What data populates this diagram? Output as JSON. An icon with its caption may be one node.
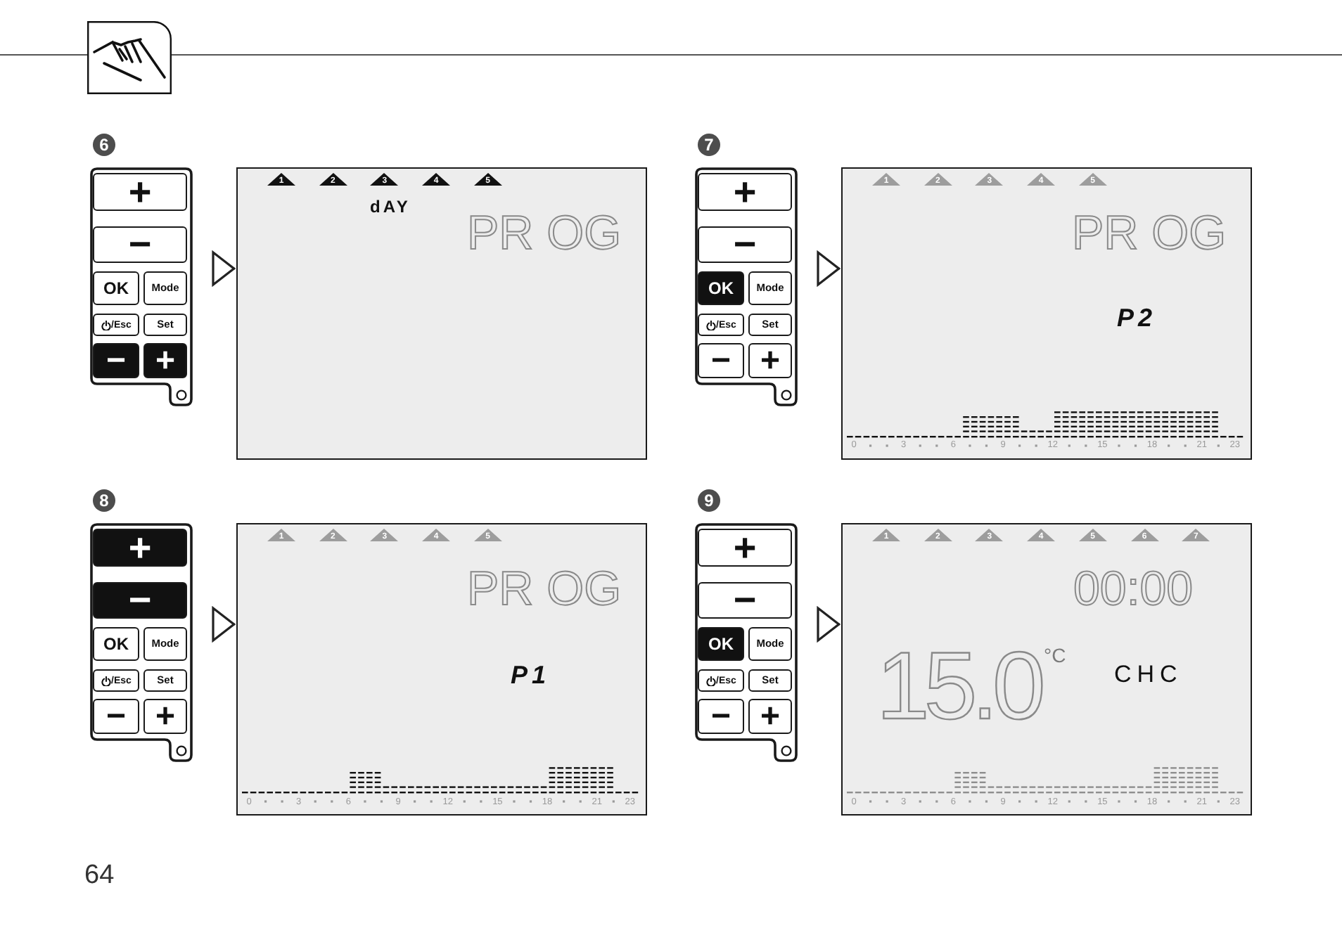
{
  "diagram": {
    "nodes": [
      {
        "text": [
          "6"
        ]
      },
      {
        "text": [],
        "shape": "box"
      },
      {
        "text": [
          "+"
        ],
        "in": 1
      },
      {
        "text": [
          "−"
        ],
        "in": 1
      },
      {
        "text": [
          "OK"
        ],
        "in": 1
      },
      {
        "text": [
          "Mode"
        ],
        "in": 1
      },
      {
        "text": [
          "/Esc"
        ],
        "in": 1
      },
      {
        "text": [
          "Set"
        ],
        "in": 1
      },
      {
        "text": [
          "−"
        ],
        "in": 1
      },
      {
        "text": [
          "+"
        ],
        "in": 1
      },
      {
        "text": [
          "dAY",
          "PR OG"
        ]
      },
      {
        "text": [
          "1"
        ],
        "in": 10
      },
      {
        "text": [
          "2"
        ],
        "in": 10
      },
      {
        "text": [
          "3"
        ],
        "in": 10
      },
      {
        "text": [
          "4"
        ],
        "in": 10
      },
      {
        "text": [
          "5"
        ],
        "in": 10
      },
      {
        "text": [
          "7"
        ]
      },
      {
        "text": [],
        "shape": "box"
      },
      {
        "text": [
          "+"
        ],
        "in": 17
      },
      {
        "text": [
          "−"
        ],
        "in": 17
      },
      {
        "text": [
          "OK"
        ],
        "in": 17
      },
      {
        "text": [
          "Mode"
        ],
        "in": 17
      },
      {
        "text": [
          "/Esc"
        ],
        "in": 17
      },
      {
        "text": [
          "Set"
        ],
        "in": 17
      },
      {
        "text": [
          "−"
        ],
        "in": 17
      },
      {
        "text": [
          "+"
        ],
        "in": 17
      },
      {
        "text": [
          "PR OG",
          "P2",
          "0",
          "3",
          "6",
          "9",
          "12",
          "15",
          "18",
          "21",
          "23"
        ]
      },
      {
        "text": [
          "1"
        ],
        "in": 26
      },
      {
        "text": [
          "2"
        ],
        "in": 26
      },
      {
        "text": [
          "3"
        ],
        "in": 26
      },
      {
        "text": [
          "4"
        ],
        "in": 26
      },
      {
        "text": [
          "5"
        ],
        "in": 26
      },
      {
        "text": [
          "8"
        ]
      },
      {
        "text": [],
        "shape": "box"
      },
      {
        "text": [
          "+"
        ],
        "in": 33
      },
      {
        "text": [
          "−"
        ],
        "in": 33
      },
      {
        "text": [
          "OK"
        ],
        "in": 33
      },
      {
        "text": [
          "Mode"
        ],
        "in": 33
      },
      {
        "text": [
          "/Esc"
        ],
        "in": 33
      },
      {
        "text": [
          "Set"
        ],
        "in": 33
      },
      {
        "text": [
          "−"
        ],
        "in": 33
      },
      {
        "text": [
          "+"
        ],
        "in": 33
      },
      {
        "text": [
          "PR OG",
          "P1",
          "0",
          "3",
          "6",
          "9",
          "12",
          "15",
          "18",
          "21",
          "23"
        ]
      },
      {
        "text": [
          "1"
        ],
        "in": 42
      },
      {
        "text": [
          "2"
        ],
        "in": 42
      },
      {
        "text": [
          "3"
        ],
        "in": 42
      },
      {
        "text": [
          "4"
        ],
        "in": 42
      },
      {
        "text": [
          "5"
        ],
        "in": 42
      },
      {
        "text": [
          "9"
        ]
      },
      {
        "text": [],
        "shape": "box"
      },
      {
        "text": [
          "+"
        ],
        "in": 49
      },
      {
        "text": [
          "−"
        ],
        "in": 49
      },
      {
        "text": [
          "OK"
        ],
        "in": 49
      },
      {
        "text": [
          "Mode"
        ],
        "in": 49
      },
      {
        "text": [
          "/Esc"
        ],
        "in": 49
      },
      {
        "text": [
          "Set"
        ],
        "in": 49
      },
      {
        "text": [
          "−"
        ],
        "in": 49
      },
      {
        "text": [
          "+"
        ],
        "in": 49
      },
      {
        "text": [
          "00:00",
          "15.0",
          "°C",
          "CHC",
          "0",
          "3",
          "6",
          "9",
          "12",
          "15",
          "18",
          "21",
          "23"
        ]
      },
      {
        "text": [
          "1"
        ],
        "in": 58
      },
      {
        "text": [
          "2"
        ],
        "in": 58
      },
      {
        "text": [
          "3"
        ],
        "in": 58
      },
      {
        "text": [
          "4"
        ],
        "in": 58
      },
      {
        "text": [
          "5"
        ],
        "in": 58
      },
      {
        "text": [
          "6"
        ],
        "in": 58
      },
      {
        "text": [
          "7"
        ],
        "in": 58
      }
    ],
    "edges": [
      {
        "from": 1,
        "to": 10,
        "arrow": "to"
      },
      {
        "from": 17,
        "to": 26,
        "arrow": "to"
      },
      {
        "from": 33,
        "to": 42,
        "arrow": "to"
      },
      {
        "from": 49,
        "to": 58,
        "arrow": "to"
      }
    ],
    "labels": [
      "64"
    ]
  }
}
